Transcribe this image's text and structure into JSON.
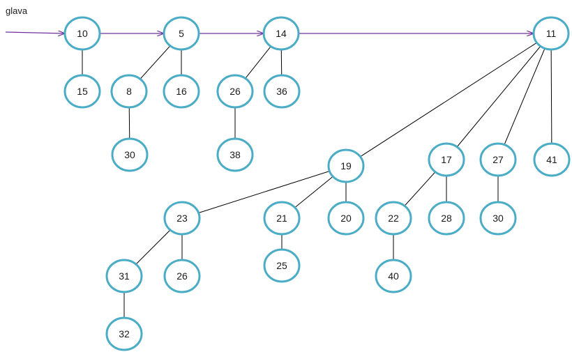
{
  "head_label": "glava",
  "colors": {
    "node_stroke": "#4BACC6",
    "node_fill": "#ffffff",
    "edge": "#000000",
    "pointer": "#7030A0",
    "text": "#1a1a1a"
  },
  "root_list": [
    "n10",
    "n5",
    "n14",
    "n11"
  ],
  "nodes": [
    {
      "id": "n10",
      "label": "10"
    },
    {
      "id": "n5",
      "label": "5"
    },
    {
      "id": "n14",
      "label": "14"
    },
    {
      "id": "n11",
      "label": "11"
    },
    {
      "id": "n15",
      "label": "15"
    },
    {
      "id": "n8",
      "label": "8"
    },
    {
      "id": "n16",
      "label": "16"
    },
    {
      "id": "n26a",
      "label": "26"
    },
    {
      "id": "n36",
      "label": "36"
    },
    {
      "id": "n30a",
      "label": "30"
    },
    {
      "id": "n38",
      "label": "38"
    },
    {
      "id": "n19",
      "label": "19"
    },
    {
      "id": "n17",
      "label": "17"
    },
    {
      "id": "n27",
      "label": "27"
    },
    {
      "id": "n41",
      "label": "41"
    },
    {
      "id": "n23",
      "label": "23"
    },
    {
      "id": "n21",
      "label": "21"
    },
    {
      "id": "n20",
      "label": "20"
    },
    {
      "id": "n22",
      "label": "22"
    },
    {
      "id": "n28",
      "label": "28"
    },
    {
      "id": "n30b",
      "label": "30"
    },
    {
      "id": "n31",
      "label": "31"
    },
    {
      "id": "n26b",
      "label": "26"
    },
    {
      "id": "n25",
      "label": "25"
    },
    {
      "id": "n40",
      "label": "40"
    },
    {
      "id": "n32",
      "label": "32"
    }
  ],
  "edges": [
    [
      "n10",
      "n15"
    ],
    [
      "n5",
      "n8"
    ],
    [
      "n5",
      "n16"
    ],
    [
      "n8",
      "n30a"
    ],
    [
      "n14",
      "n26a"
    ],
    [
      "n14",
      "n36"
    ],
    [
      "n26a",
      "n38"
    ],
    [
      "n11",
      "n19"
    ],
    [
      "n11",
      "n17"
    ],
    [
      "n11",
      "n27"
    ],
    [
      "n11",
      "n41"
    ],
    [
      "n19",
      "n23"
    ],
    [
      "n19",
      "n21"
    ],
    [
      "n19",
      "n20"
    ],
    [
      "n23",
      "n31"
    ],
    [
      "n23",
      "n26b"
    ],
    [
      "n31",
      "n32"
    ],
    [
      "n21",
      "n25"
    ],
    [
      "n17",
      "n22"
    ],
    [
      "n17",
      "n28"
    ],
    [
      "n22",
      "n40"
    ],
    [
      "n27",
      "n30b"
    ]
  ]
}
